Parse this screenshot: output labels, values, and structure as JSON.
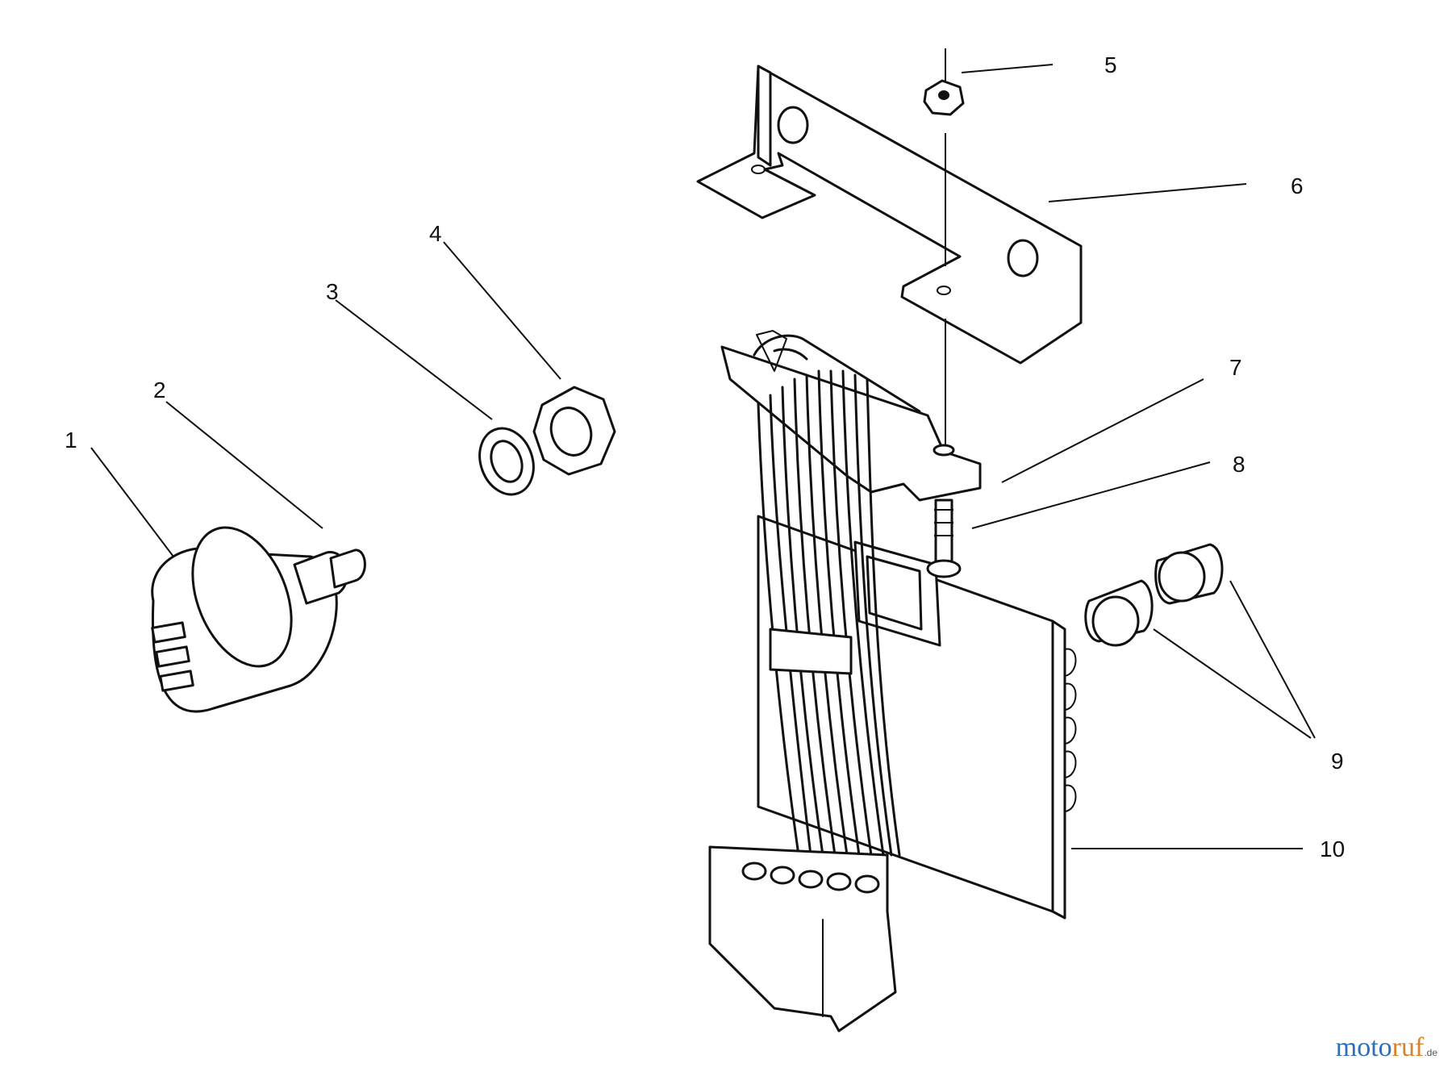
{
  "callouts": [
    "1",
    "2",
    "3",
    "4",
    "5",
    "6",
    "7",
    "8",
    "9",
    "10"
  ],
  "watermark": {
    "text_a": "moto",
    "text_b": "ruf",
    "tld": ".de",
    "colors": [
      "#2e6fb7",
      "#d9822b"
    ]
  }
}
